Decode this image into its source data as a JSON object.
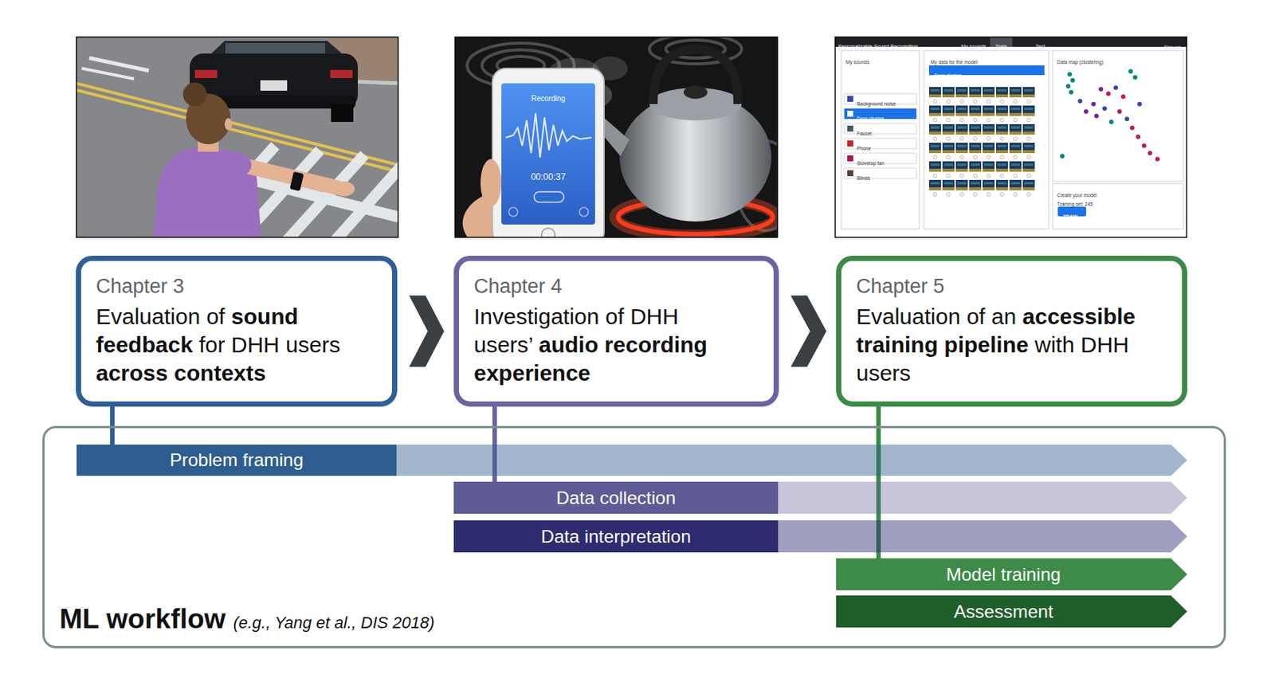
{
  "diagram": {
    "nodes": [
      {
        "text": [
          "Chapter 3",
          "Evaluation of sound feedback for DHH users across contexts"
        ]
      },
      {
        "text": [
          "Chapter 4",
          "Investigation of DHH users’ audio recording experience"
        ]
      },
      {
        "text": [
          "Chapter 5",
          "Evaluation of an accessible training pipeline with DHH users"
        ]
      },
      {
        "text": [
          "ML workflow",
          "(e.g., Yang et al., DIS 2018)"
        ]
      },
      {
        "text": [
          "Problem framing"
        ],
        "in": 3
      },
      {
        "text": [
          "Data collection"
        ],
        "in": 3
      },
      {
        "text": [
          "Data interpretation"
        ],
        "in": 3
      },
      {
        "text": [
          "Model training"
        ],
        "in": 3
      },
      {
        "text": [
          "Assessment"
        ],
        "in": 3
      }
    ],
    "edges": [
      {
        "from": 0,
        "to": 1,
        "arrow": "to"
      },
      {
        "from": 1,
        "to": 2,
        "arrow": "to"
      },
      {
        "from": 0,
        "to": 4,
        "arrow": "none"
      },
      {
        "from": 1,
        "to": 5,
        "arrow": "none"
      },
      {
        "from": 2,
        "to": 7,
        "arrow": "none"
      }
    ],
    "labels": [
      "Recording",
      "00:00:37",
      "Personalizable Sound Recognition",
      "My sounds",
      "Train",
      "Test",
      "Sign out",
      "My sounds",
      "Background noise",
      "Door closing",
      "Faucet",
      "Phone",
      "Stovetop fan",
      "Blinds",
      "My data for the model",
      "Door closing",
      "Data map (clustering)",
      "Create your model",
      "Training set: 245",
      "TRAIN"
    ]
  }
}
